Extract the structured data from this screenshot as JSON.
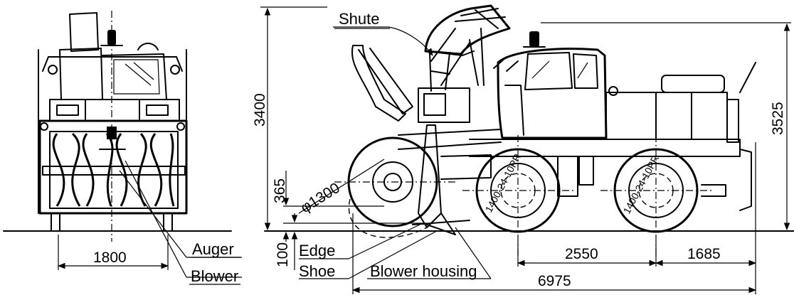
{
  "labels": {
    "shute": "Shute",
    "auger": "Auger",
    "blower": "Blower",
    "edge": "Edge",
    "shoe": "Shoe",
    "blower_housing": "Blower housing"
  },
  "dimensions": {
    "front_width": "1800",
    "overall_height_blower": "3400",
    "overall_height_cab": "3525",
    "housing_lift": "365",
    "edge_height": "100",
    "blower_diameter": "φ1300",
    "wheelbase": "2550",
    "rear_axle_spacing": "1685",
    "overall_length": "6975"
  },
  "tire": {
    "size": "1400-24-10PR"
  }
}
